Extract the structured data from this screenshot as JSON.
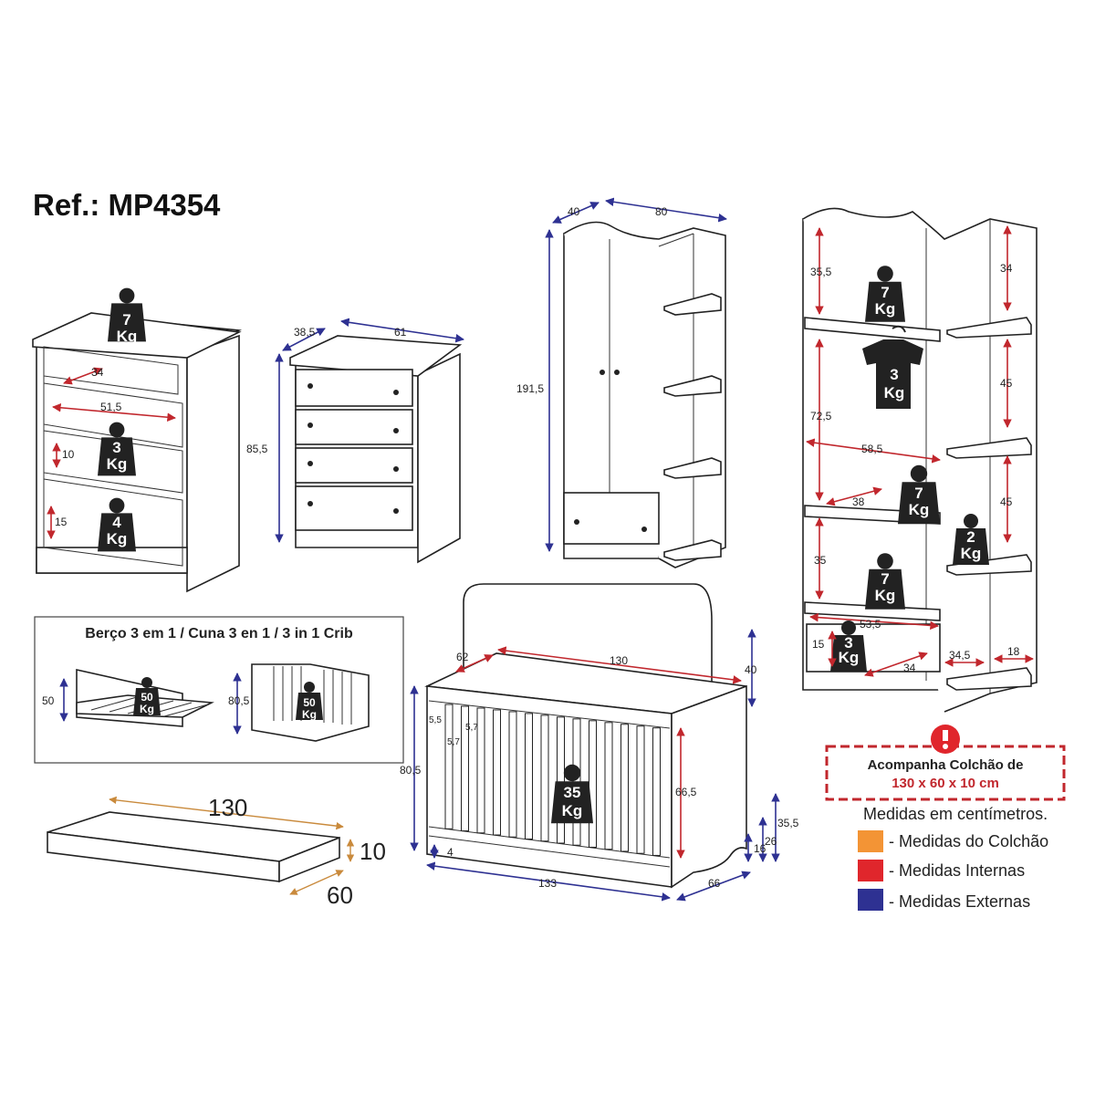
{
  "ref_title": "Ref.: MP4354",
  "crib_box_title": "Berço 3 em 1 / Cuna 3 en 1 / 3 in 1 Crib",
  "notice": {
    "line1": "Acompanha Colchão de",
    "line2": "130 x 60 x 10 cm"
  },
  "legend": {
    "heading": "Medidas em centímetros.",
    "items": [
      {
        "label": "- Medidas do Colchão",
        "color": "#f39435"
      },
      {
        "label": "- Medidas Internas",
        "color": "#e0262c"
      },
      {
        "label": "- Medidas Externas",
        "color": "#2e3192"
      }
    ]
  },
  "weights": {
    "dresser_top": [
      "7",
      "Kg"
    ],
    "dresser_mid": [
      "3",
      "Kg"
    ],
    "dresser_low": [
      "4",
      "Kg"
    ],
    "crib_small_1": [
      "50",
      "Kg"
    ],
    "crib_small_2": [
      "50",
      "Kg"
    ],
    "crib_main": [
      "35",
      "Kg"
    ],
    "ward_top": [
      "7",
      "Kg"
    ],
    "ward_shirt": [
      "3",
      "Kg"
    ],
    "ward_mid": [
      "7",
      "Kg"
    ],
    "ward_side": [
      "2",
      "Kg"
    ],
    "ward_low": [
      "7",
      "Kg"
    ],
    "ward_drawer": [
      "3",
      "Kg"
    ]
  },
  "dims": {
    "dresser_34": "34",
    "dresser_515": "51,5",
    "dresser_10": "10",
    "dresser_15": "15",
    "chest_385": "38,5",
    "chest_61": "61",
    "chest_855": "85,5",
    "ward_40": "40",
    "ward_80": "80",
    "ward_1915": "191,5",
    "tall_355a": "35,5",
    "tall_34": "34",
    "tall_725": "72,5",
    "tall_45a": "45",
    "tall_585": "58,5",
    "tall_38": "38",
    "tall_45b": "45",
    "tall_35": "35",
    "tall_535": "53,5",
    "tall_15": "15",
    "tall_34b": "34",
    "tall_345": "34,5",
    "tall_18": "18",
    "small_50": "50",
    "small_805": "80,5",
    "crib_62": "62",
    "crib_130": "130",
    "crib_40": "40",
    "crib_55": "5,5",
    "crib_57a": "5,7",
    "crib_57b": "5,7",
    "crib_805": "80,5",
    "crib_665": "66,5",
    "crib_355": "35,5",
    "crib_26": "26",
    "crib_16": "16",
    "crib_4": "4",
    "crib_133": "133",
    "crib_66": "66",
    "mat_130": "130",
    "mat_10": "10",
    "mat_60": "60"
  }
}
